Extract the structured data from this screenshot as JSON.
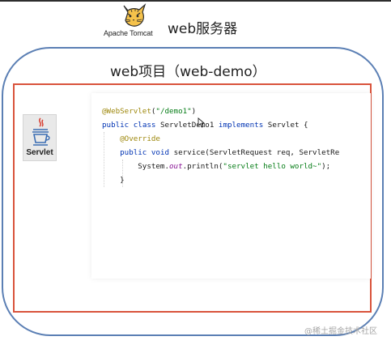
{
  "tomcat": {
    "logo_text": "Apache Tomcat",
    "label": "web服务器"
  },
  "project": {
    "label": "web项目（web-demo）"
  },
  "servlet_icon": {
    "icon": "java-coffee-cup-icon",
    "label": "Servlet"
  },
  "code": {
    "line1": {
      "annotation": "@WebServlet",
      "args_open": "(",
      "string": "\"/demo1\"",
      "args_close": ")"
    },
    "line2": {
      "kw1": "public",
      "kw2": "class",
      "class_name": "ServletDemo1",
      "kw3": "implements",
      "iface": "Servlet {"
    },
    "line3": {
      "annotation": "@Override"
    },
    "line4": {
      "kw1": "public",
      "kw2": "void",
      "method": "service(ServletRequest req, ServletRe"
    },
    "line5": {
      "prefix": "System.",
      "field": "out",
      "call": ".println(",
      "string": "\"servlet hello world~\"",
      "suffix": ");"
    },
    "line6": {
      "text": "}"
    }
  },
  "colors": {
    "outer_border": "#5b7fb4",
    "inner_border": "#d9533c",
    "annotation": "#9e880d",
    "keyword": "#0033b3",
    "string": "#067d17",
    "field": "#871094"
  },
  "watermark": "@稀土掘金技术社区"
}
